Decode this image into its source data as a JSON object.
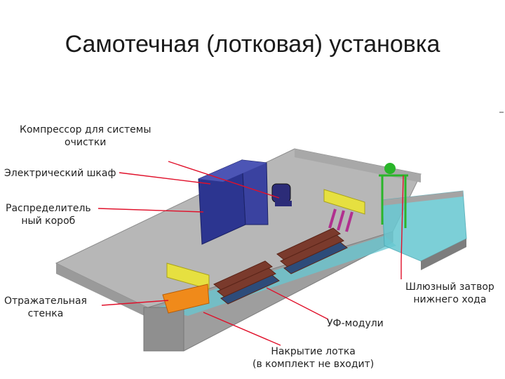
{
  "title": "Самотечная (лотковая) установка",
  "labels": {
    "compressor_line1": "Компрессор для системы",
    "compressor_line2": "очистки",
    "cabinet": "Электрический шкаф",
    "distributor_line1": "Распределитель",
    "distributor_line2": "ный короб",
    "reflective_line1": "Отражательная",
    "reflective_line2": "стенка",
    "sluice_line1": "Шлюзный затвор",
    "sluice_line2": "нижнего хода",
    "uv_modules": "УФ-модули",
    "cover_line1": "Накрытие лотка",
    "cover_line2": "(в комплект не входит)"
  },
  "colors": {
    "platform_top": "#b7b7b7",
    "platform_side": "#8a8a8a",
    "cabinet": "#2c3590",
    "water": "#66c7d1",
    "yellow_part": "#e6e040",
    "orange_plate": "#f08a1a",
    "uv_rods": "#7a3a2c",
    "callout_line": "#e0102a",
    "gate_green": "#2ab52a"
  }
}
